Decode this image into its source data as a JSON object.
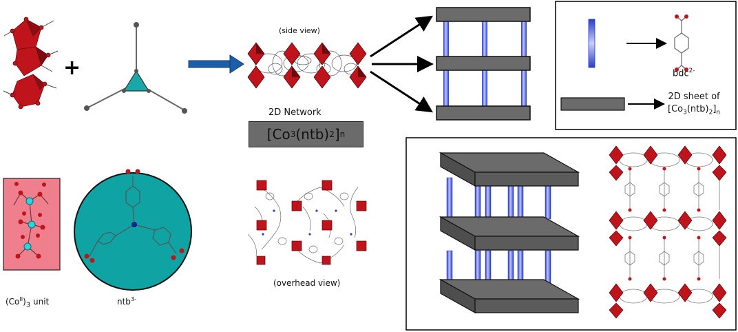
{
  "labels": {
    "side_view": "(side view)",
    "overhead_view": "(overhead view)",
    "network_title": "2D Network",
    "formula": {
      "prefix": "[Co",
      "sub1": "3",
      "mid": "(ntb)",
      "sub2": "2",
      "suffix": "]",
      "sub3": "n"
    },
    "unit": {
      "prefix": "(Co",
      "sup": "II",
      "mid": ")",
      "sub": "3",
      "suffix": " unit"
    },
    "ntb": {
      "base": "ntb",
      "sup": "3-"
    },
    "bdc": {
      "base": "bdc",
      "sup": "2-"
    },
    "sheet": {
      "line1": "2D sheet of",
      "prefix": "[Co",
      "sub1": "3",
      "mid": "(ntb)",
      "sub2": "2",
      "suffix": "]",
      "sub3": "n"
    }
  },
  "colors": {
    "cobalt_red": "#c0141c",
    "teal": "#1aa7a7",
    "slab_gray": "#6b6b6b",
    "pillar_blue": "#3b4fd6",
    "unit_pink": "#f07f8e",
    "arrow_blue": "#1c5ea8"
  }
}
